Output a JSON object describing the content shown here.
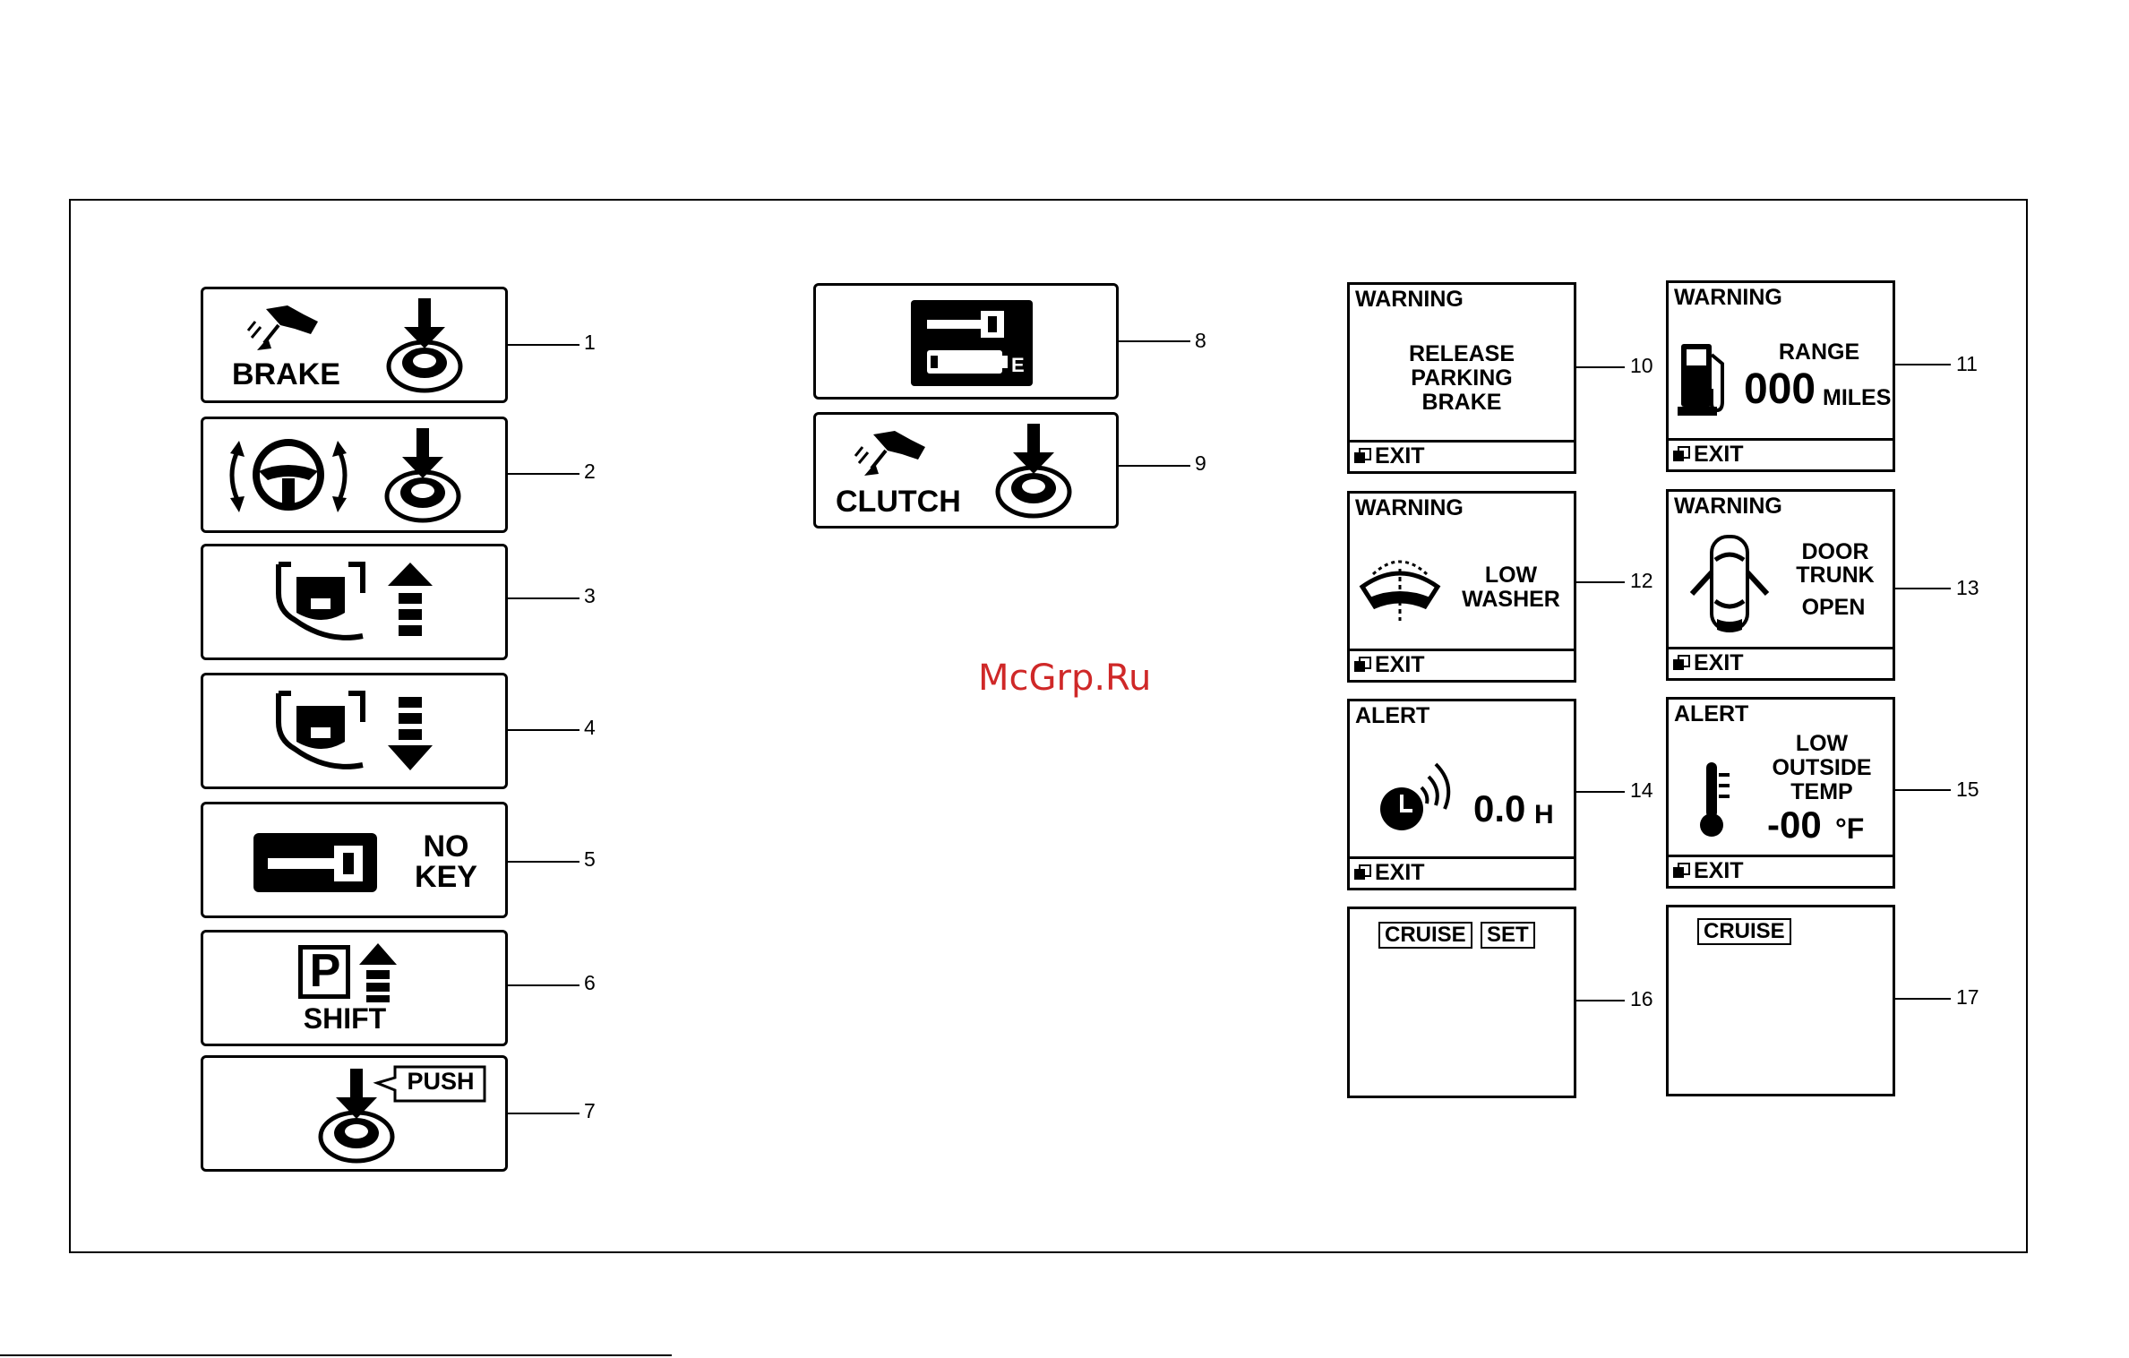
{
  "watermark": "McGrp.Ru",
  "indicators": {
    "i1": {
      "num": "1",
      "label": "BRAKE",
      "icons": [
        "brake-pedal-icon",
        "push-button-start-icon"
      ]
    },
    "i2": {
      "num": "2",
      "icons": [
        "steering-lock-icon",
        "push-button-start-icon"
      ]
    },
    "i3": {
      "num": "3",
      "icons": [
        "shift-lever-up-icon"
      ]
    },
    "i4": {
      "num": "4",
      "icons": [
        "shift-lever-down-icon"
      ]
    },
    "i5": {
      "num": "5",
      "label_line1": "NO",
      "label_line2": "KEY",
      "icons": [
        "key-icon"
      ]
    },
    "i6": {
      "num": "6",
      "label": "SHIFT",
      "park": "P",
      "icons": [
        "park-shift-icon"
      ]
    },
    "i7": {
      "num": "7",
      "badge": "PUSH",
      "icons": [
        "push-button-start-icon"
      ]
    },
    "i8": {
      "num": "8",
      "badge": "E",
      "icons": [
        "key-battery-low-icon"
      ]
    },
    "i9": {
      "num": "9",
      "label": "CLUTCH",
      "icons": [
        "clutch-pedal-icon",
        "push-button-start-icon"
      ]
    }
  },
  "lcd_screens": {
    "s10": {
      "num": "10",
      "title": "WARNING",
      "line1": "RELEASE",
      "line2": "PARKING",
      "line3": "BRAKE",
      "exit": "EXIT"
    },
    "s11": {
      "num": "11",
      "title": "WARNING",
      "label": "RANGE",
      "value": "000",
      "unit": "MILES",
      "exit": "EXIT",
      "icon": "fuel-pump-icon"
    },
    "s12": {
      "num": "12",
      "title": "WARNING",
      "line1": "LOW",
      "line2": "WASHER",
      "exit": "EXIT",
      "icon": "washer-fluid-icon"
    },
    "s13": {
      "num": "13",
      "title": "WARNING",
      "line1": "DOOR",
      "line2": "TRUNK",
      "line3": "OPEN",
      "exit": "EXIT",
      "icon": "car-doors-open-icon"
    },
    "s14": {
      "num": "14",
      "title": "ALERT",
      "value": "0.0",
      "unit": "H",
      "exit": "EXIT",
      "icon": "timer-alert-icon"
    },
    "s15": {
      "num": "15",
      "title": "ALERT",
      "line1": "LOW",
      "line2": "OUTSIDE",
      "line3": "TEMP",
      "value": "-00",
      "unit": "°F",
      "exit": "EXIT",
      "icon": "thermometer-icon"
    },
    "s16": {
      "num": "16",
      "tag1": "CRUISE",
      "tag2": "SET"
    },
    "s17": {
      "num": "17",
      "tag1": "CRUISE"
    }
  }
}
